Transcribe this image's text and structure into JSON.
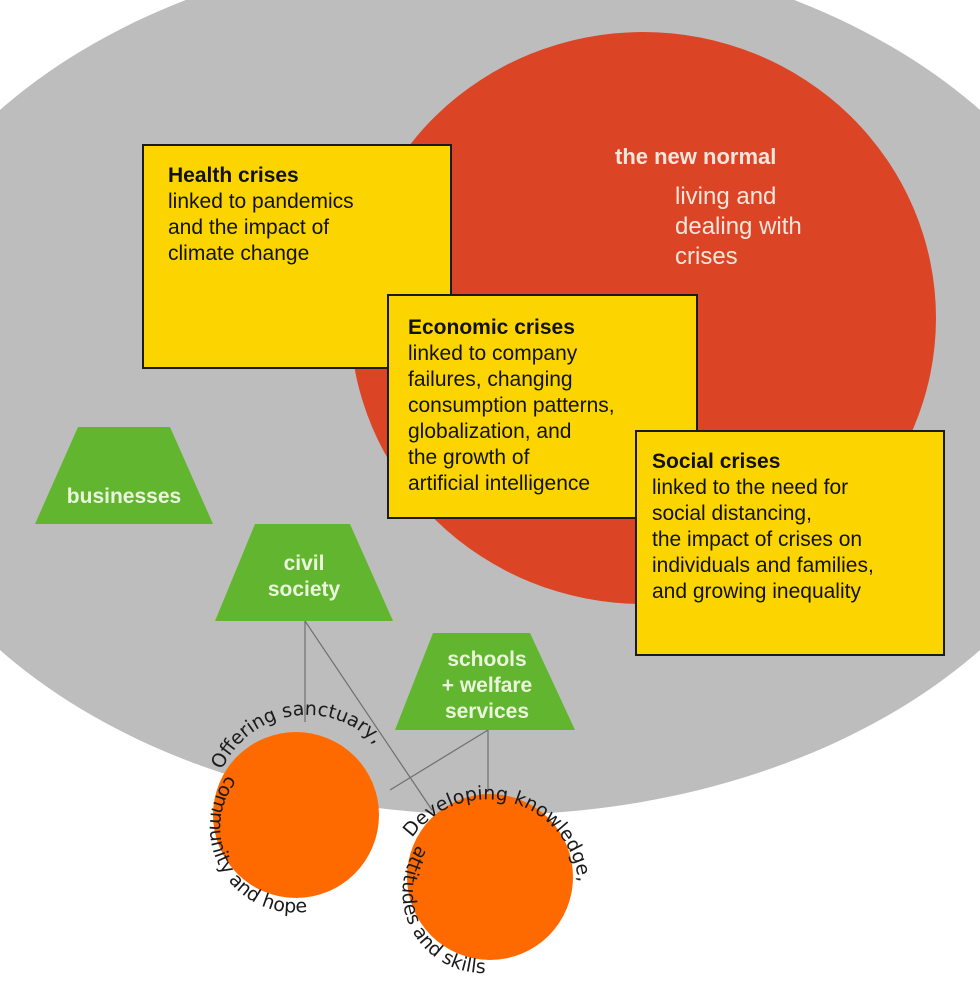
{
  "colors": {
    "background": "#ffffff",
    "context_ellipse": "#bdbdbd",
    "new_normal_circle": "#dc4426",
    "crisis_box": "#fcd500",
    "crisis_box_border": "#1a1a1a",
    "actor": "#62b52f",
    "outcome_circle": "#ff6a00",
    "connector": "#6f6f6f"
  },
  "new_normal": {
    "title": "the new normal",
    "lines": [
      "living and",
      "dealing with",
      "crises"
    ]
  },
  "crisis_boxes": [
    {
      "id": "health",
      "title": "Health crises",
      "lines": [
        "linked to pandemics",
        "and the impact of",
        "climate change"
      ]
    },
    {
      "id": "economic",
      "title": "Economic crises",
      "lines": [
        "linked to company",
        "failures, changing",
        "consumption patterns,",
        "globalization, and",
        "the growth of",
        "artificial intelligence"
      ]
    },
    {
      "id": "social",
      "title": "Social crises",
      "lines": [
        "linked to the need for",
        "social distancing,",
        "the impact of crises on",
        "individuals and families,",
        "and growing inequality"
      ]
    }
  ],
  "actors": [
    {
      "id": "businesses",
      "lines": [
        "businesses"
      ]
    },
    {
      "id": "civil-society",
      "lines": [
        "civil",
        "society"
      ]
    },
    {
      "id": "schools-welfare",
      "lines": [
        "schools",
        "+ welfare",
        "services"
      ]
    }
  ],
  "outcomes": [
    {
      "id": "sanctuary",
      "outer_text": "Offering sanctuary,",
      "inner_text": "community and hope"
    },
    {
      "id": "knowledge",
      "outer_text": "Developing knowledge,",
      "inner_text": "attitudes and skills"
    }
  ],
  "connections": [
    {
      "from": "civil-society",
      "to": "sanctuary"
    },
    {
      "from": "civil-society",
      "to": "knowledge"
    },
    {
      "from": "schools-welfare",
      "to": "sanctuary"
    },
    {
      "from": "schools-welfare",
      "to": "knowledge"
    }
  ]
}
